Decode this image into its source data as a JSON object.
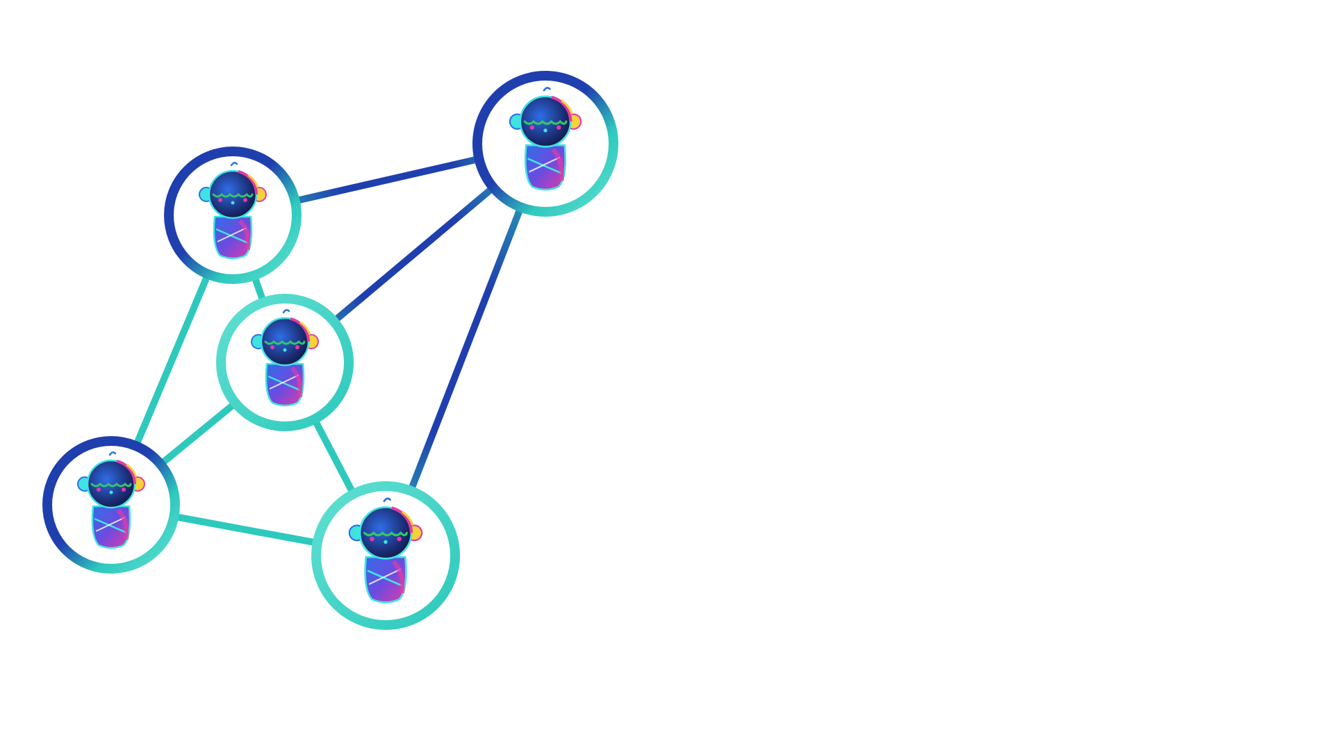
{
  "diagram": {
    "type": "network-graph",
    "node_icon": "swaddled-baby-icon",
    "colors": {
      "background": "#ffffff",
      "teal": "#2ec9bd",
      "teal_light": "#5fe0d2",
      "navy": "#1f3fae",
      "navy_dark": "#15237a",
      "node_fill": "#ffffff",
      "baby_head_dark": "#1a2a6e",
      "baby_blue": "#2f6ee8",
      "baby_pink": "#e23aa8",
      "baby_cyan": "#3fe3e0",
      "baby_yellow": "#f6d23a",
      "baby_green": "#37c46a"
    },
    "nodes": [
      {
        "id": "top-left"
      },
      {
        "id": "top-right"
      },
      {
        "id": "center"
      },
      {
        "id": "bottom-left"
      },
      {
        "id": "bottom-right"
      }
    ],
    "edges": [
      {
        "from": "top-left",
        "to": "top-right"
      },
      {
        "from": "top-left",
        "to": "center"
      },
      {
        "from": "top-left",
        "to": "bottom-left"
      },
      {
        "from": "top-right",
        "to": "center"
      },
      {
        "from": "top-right",
        "to": "bottom-right"
      },
      {
        "from": "center",
        "to": "bottom-left"
      },
      {
        "from": "center",
        "to": "bottom-right"
      },
      {
        "from": "bottom-left",
        "to": "bottom-right"
      }
    ]
  }
}
